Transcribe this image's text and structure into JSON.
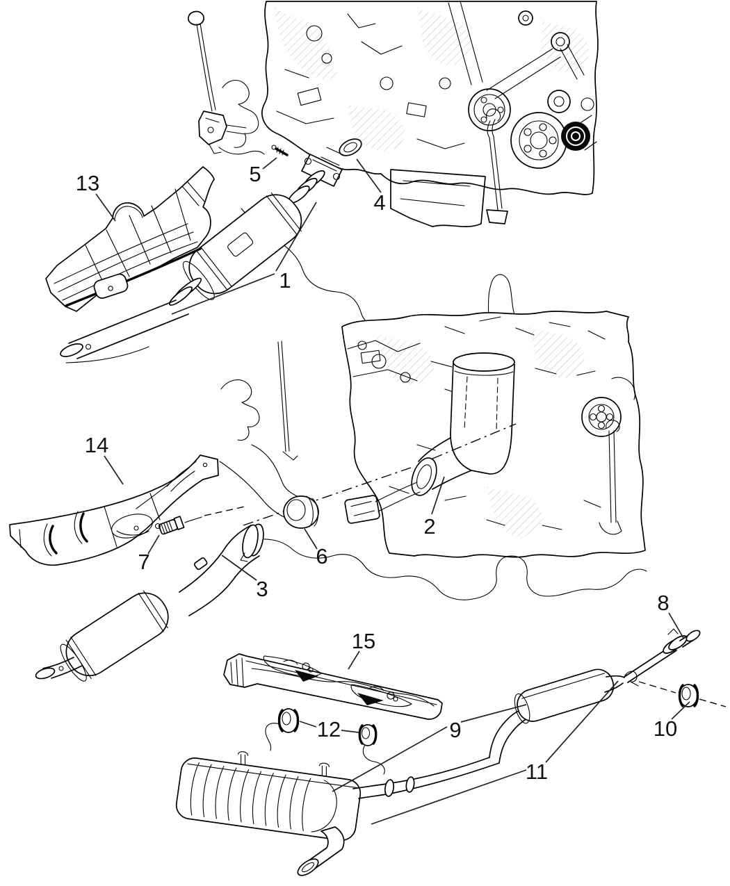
{
  "diagram": {
    "kind": "exploded-parts-line-drawing",
    "background": "#ffffff",
    "line_color": "#000000",
    "label_color": "#111111"
  },
  "callouts": [
    {
      "label": "1"
    },
    {
      "label": "2"
    },
    {
      "label": "3"
    },
    {
      "label": "4"
    },
    {
      "label": "5"
    },
    {
      "label": "6"
    },
    {
      "label": "7"
    },
    {
      "label": "8"
    },
    {
      "label": "9"
    },
    {
      "label": "10"
    },
    {
      "label": "11"
    },
    {
      "label": "12"
    },
    {
      "label": "13"
    },
    {
      "label": "14"
    },
    {
      "label": "15"
    }
  ]
}
